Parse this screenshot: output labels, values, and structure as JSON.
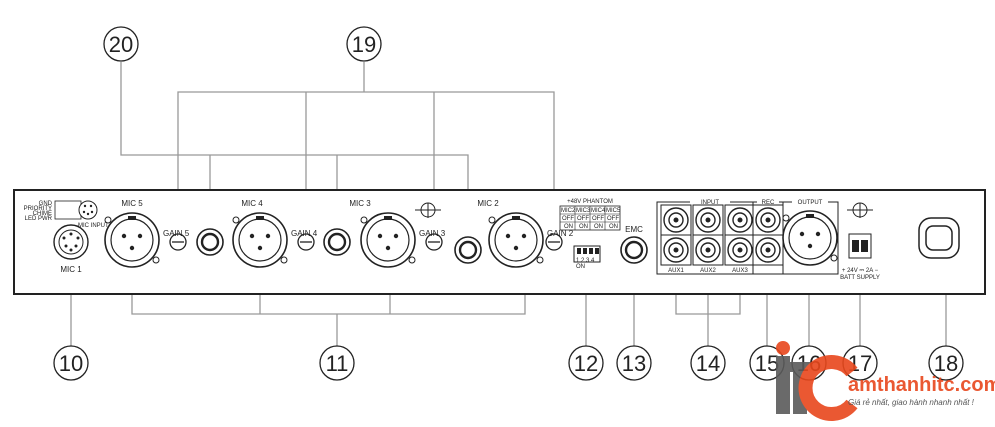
{
  "callouts": {
    "c10": "10",
    "c11": "11",
    "c12": "12",
    "c13": "13",
    "c14": "14",
    "c15": "15",
    "c16": "16",
    "c17": "17",
    "c18": "18",
    "c19": "19",
    "c20": "20"
  },
  "panel": {
    "mic1": "MIC 1",
    "mic2": "MIC 2",
    "mic3": "MIC 3",
    "mic4": "MIC 4",
    "mic5": "MIC 5",
    "gain2": "GAIN 2",
    "gain3": "GAIN 3",
    "gain4": "GAIN 4",
    "gain5": "GAIN 5",
    "phantom_title": "+48V  PHANTOM",
    "ph_mic2": "MIC2",
    "ph_mic3": "MIC3",
    "ph_mic4": "MIC4",
    "ph_mic5": "MIC5",
    "off": "OFF",
    "on": "ON",
    "dip_numbers": "1  2  3  4",
    "dip_on": "ON",
    "emc": "EMC",
    "input": "INPUT",
    "aux1": "AUX1",
    "aux2": "AUX2",
    "aux3": "AUX3",
    "rec": "REC",
    "output": "OUTPUT",
    "batt": "+ 24V ⎓ 2A −",
    "batt2": "BATT SUPPLY",
    "din_l1": "GND",
    "din_l2": "PRIORITY",
    "din_l3": "CHIME",
    "din_l4": "LED PWR",
    "din_label": "MIC INPUT"
  },
  "watermark": {
    "logo_letters": "itc",
    "site": "amthanhitc.com",
    "slogan": "Giá rẻ nhất, giao hành nhanh nhất !"
  },
  "colors": {
    "line": "#999999",
    "ink": "#222222",
    "brand": "#e8471c"
  }
}
